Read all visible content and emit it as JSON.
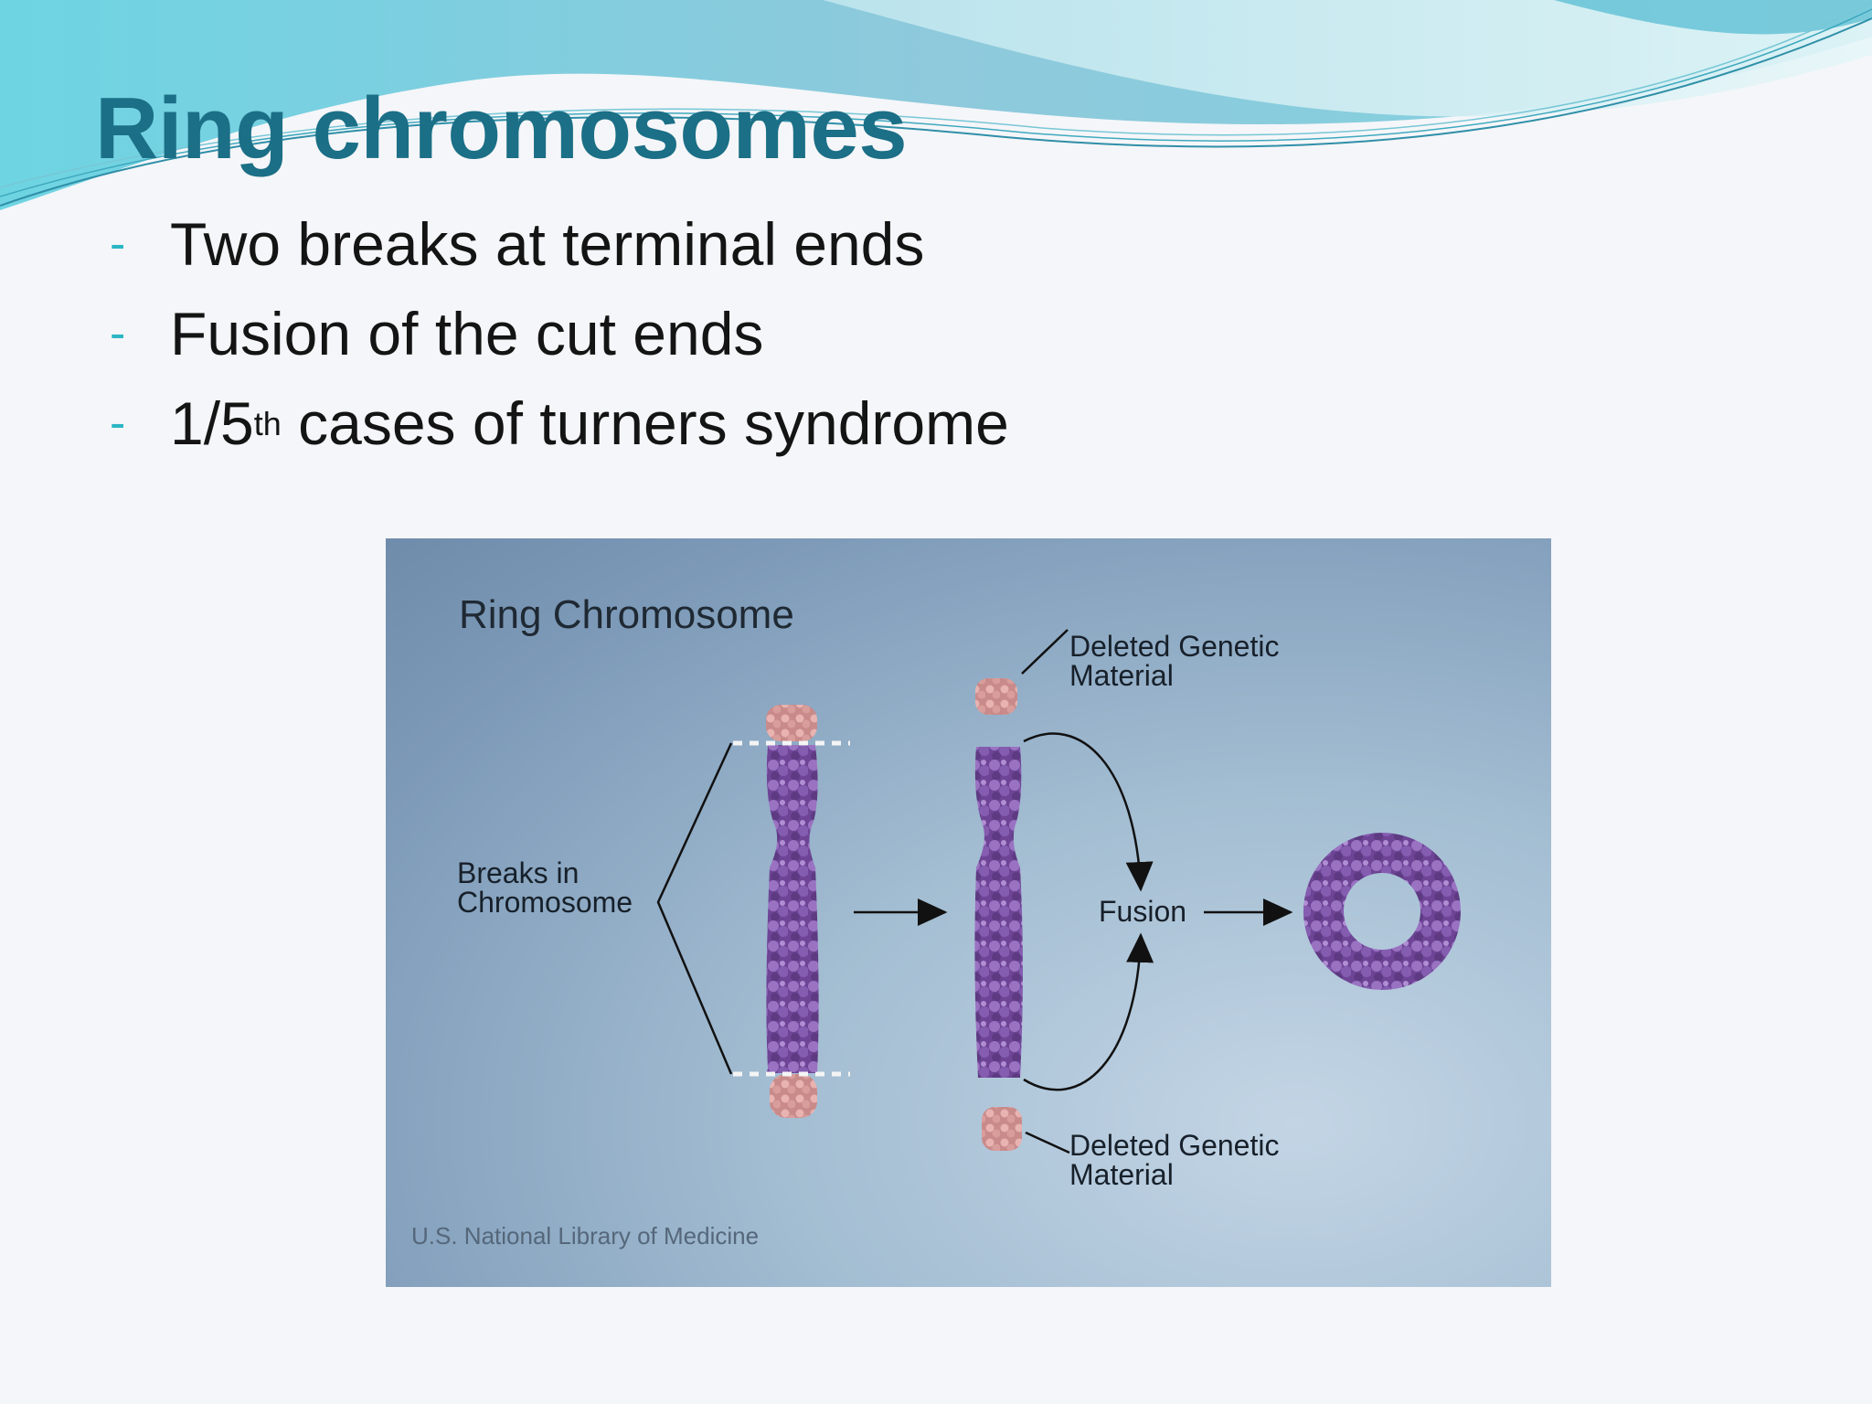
{
  "slide": {
    "title": "Ring chromosomes",
    "bullets": [
      {
        "dash": "-",
        "text": "Two breaks at terminal ends"
      },
      {
        "dash": "-",
        "text": "Fusion of the cut ends"
      },
      {
        "dash": "-",
        "pre": "1/5",
        "sup": "th",
        "post": " cases of turners syndrome"
      }
    ]
  },
  "figure": {
    "title": "Ring Chromosome",
    "breaks_label": [
      "Breaks in",
      "Chromosome"
    ],
    "deleted_top": [
      "Deleted Genetic",
      "Material"
    ],
    "deleted_bottom": [
      "Deleted Genetic",
      "Material"
    ],
    "fusion_label": "Fusion",
    "credit": "U.S. National Library of Medicine"
  },
  "colors": {
    "title": "#1b6f86",
    "bullet_dash": "#2bb6c4",
    "chromosome": "#7b4fa0",
    "deleted_material": "#d89a9a"
  }
}
